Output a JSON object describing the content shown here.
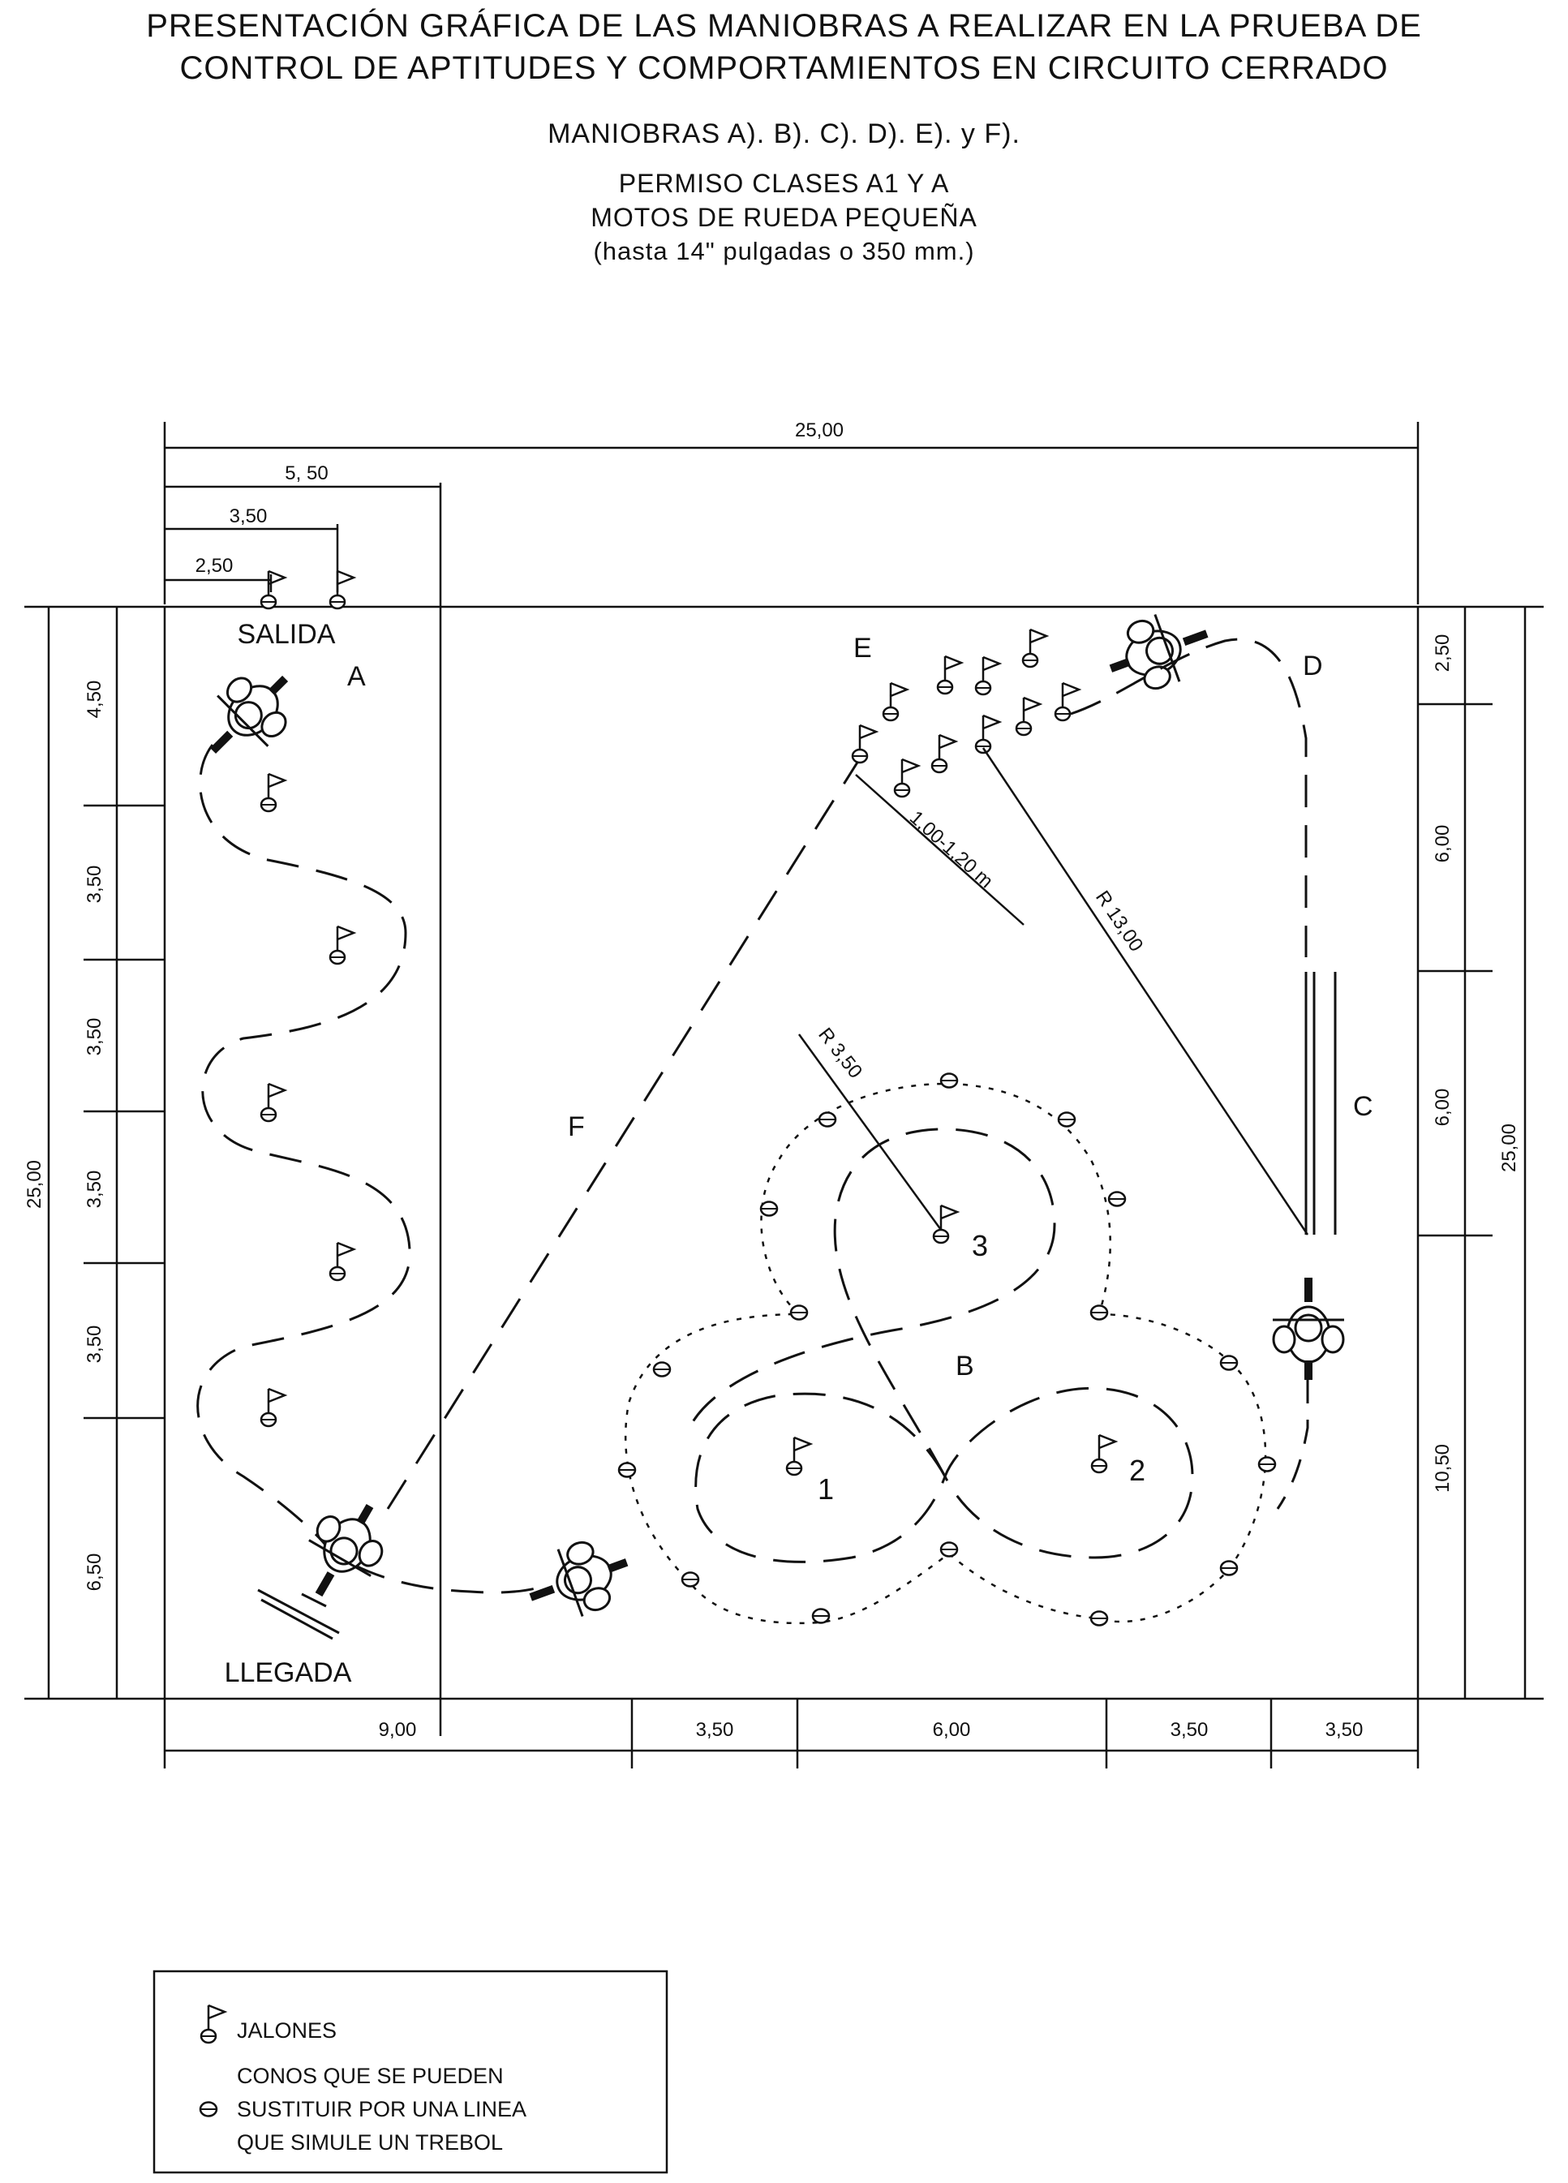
{
  "header": {
    "line1": "PRESENTACIÓN GRÁFICA DE LAS MANIOBRAS A REALIZAR EN LA PRUEBA DE",
    "line2": "CONTROL DE APTITUDES Y COMPORTAMIENTOS EN CIRCUITO CERRADO",
    "line3": "MANIOBRAS A). B). C). D). E). y F).",
    "line4": "PERMISO CLASES  A1 Y A",
    "line5": "MOTOS DE RUEDA PEQUEÑA",
    "line6": "(hasta 14\" pulgadas o 350 mm.)"
  },
  "dimensions": {
    "top_total": "25,00",
    "top_550": "5, 50",
    "top_350": "3,50",
    "top_250": "2,50",
    "left_total": "25,00",
    "left_segments": [
      "4,50",
      "3,50",
      "3,50",
      "3,50",
      "3,50",
      "6,50"
    ],
    "right_total": "25,00",
    "right_segments": [
      "2,50",
      "6,00",
      "6,00",
      "10,50"
    ],
    "bottom_segments": [
      "9,00",
      "3,50",
      "6,00",
      "3,50",
      "3,50"
    ]
  },
  "labels": {
    "salida": "SALIDA",
    "llegada": "LLEGADA",
    "A": "A",
    "B": "B",
    "C": "C",
    "D": "D",
    "E": "E",
    "F": "F",
    "spacing": "1,00-1,20 m",
    "r13": "R 13,00",
    "r350": "R 3,50",
    "n1": "1",
    "n2": "2",
    "n3": "3"
  },
  "legend": {
    "jalones": "JALONES",
    "conos_line1": "CONOS QUE SE PUEDEN",
    "conos_line2": "SUSTITUIR POR UNA LINEA",
    "conos_line3": "QUE SIMULE UN TREBOL"
  }
}
